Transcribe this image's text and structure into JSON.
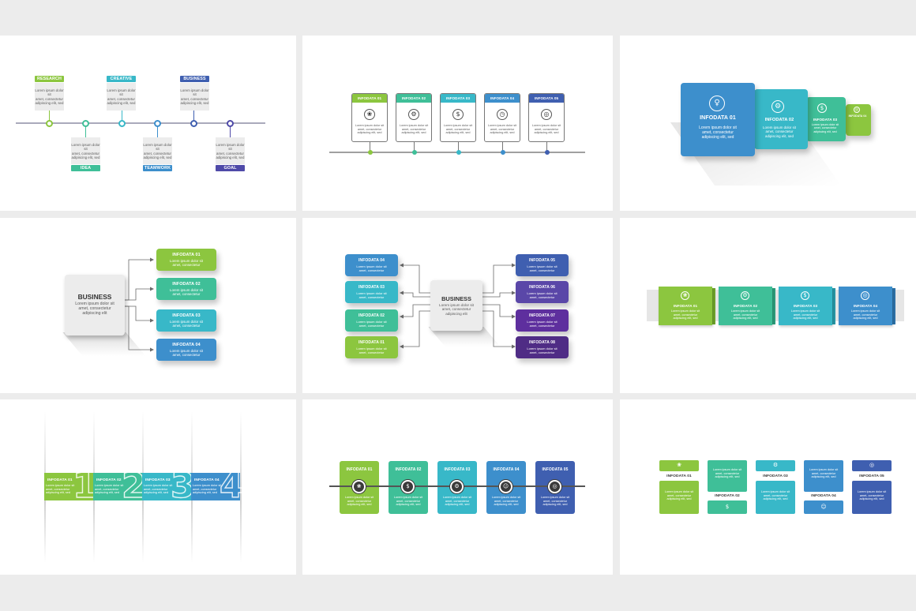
{
  "colors": {
    "green": "#8cc63f",
    "teal": "#3fbf98",
    "cyan": "#38b8c8",
    "blue": "#3d8fcc",
    "navy": "#3f5fb0",
    "purple1": "#5a47a8",
    "purple2": "#5e2f9e",
    "purple3": "#4f2c85"
  },
  "lorem": {
    "short": "Lorem ipsum dolor sit\namet, consectetur",
    "mid": "Lorem ipsum dolor sit\namet, consectetur\nadipiscing elit, sed",
    "tall": "Lorem\nipsum dolor\nsit amet,\nconsectetur\nadipiscing elit,\nsed do eiusmod"
  },
  "panel1": {
    "labels": [
      "RESEARCH",
      "CREATIVE",
      "BUSINESS",
      "IDEA",
      "TEAMWORK",
      "GOAL"
    ]
  },
  "panel2": {
    "labels": [
      "INFODATA 01",
      "INFODATA 02",
      "INFODATA 03",
      "INFODATA 04",
      "INFODATA 05"
    ],
    "icons": [
      "bulb-icon",
      "gear-icon",
      "dollar-icon",
      "clock-icon",
      "target-icon"
    ]
  },
  "panel3": {
    "labels": [
      "INFODATA 01",
      "INFODATA 02",
      "INFODATA 03",
      "INFODATA 04"
    ],
    "icons": [
      "bulb-icon",
      "gear-icon",
      "dollar-icon",
      "target-icon"
    ]
  },
  "panel4": {
    "center_title": "BUSINESS",
    "center_text": "Lorem ipsum dolor sit\namet, consectetur\nadipiscing elit",
    "labels": [
      "INFODATA 01",
      "INFODATA 02",
      "INFODATA 03",
      "INFODATA 04"
    ]
  },
  "panel5": {
    "center_title": "BUSINESS",
    "center_text": "Lorem ipsum dolor sit\namet, consectetur\nadipiscing elit",
    "left_labels": [
      "INFODATA 04",
      "INFODATA 03",
      "INFODATA 02",
      "INFODATA 01"
    ],
    "right_labels": [
      "INFODATA 05",
      "INFODATA 06",
      "INFODATA 07",
      "INFODATA 08"
    ]
  },
  "panel6": {
    "labels": [
      "INFODATA 01",
      "INFODATA 02",
      "INFODATA 03",
      "INFODATA 04"
    ],
    "icons": [
      "bulb-icon",
      "gear-icon",
      "dollar-icon",
      "target-icon"
    ]
  },
  "panel7": {
    "labels": [
      "INFODATA 01",
      "INFODATA 02",
      "INFODATA 03",
      "INFODATA 04"
    ],
    "numbers": [
      "1",
      "2",
      "3",
      "4"
    ]
  },
  "panel8": {
    "labels": [
      "INFODATA 01",
      "INFODATA 02",
      "INFODATA 03",
      "INFODATA 04",
      "INFODATA 05"
    ],
    "icons": [
      "bulb-icon",
      "dollar-icon",
      "gear-icon",
      "head-icon",
      "target-icon"
    ]
  },
  "panel9": {
    "labels": [
      "INFODATA 01",
      "INFODATA 02",
      "INFODATA 03",
      "INFODATA 04",
      "INFODATA 05"
    ],
    "icons": [
      "bulb-icon",
      "dollar-icon",
      "gear-icon",
      "head-icon",
      "target-icon"
    ]
  }
}
